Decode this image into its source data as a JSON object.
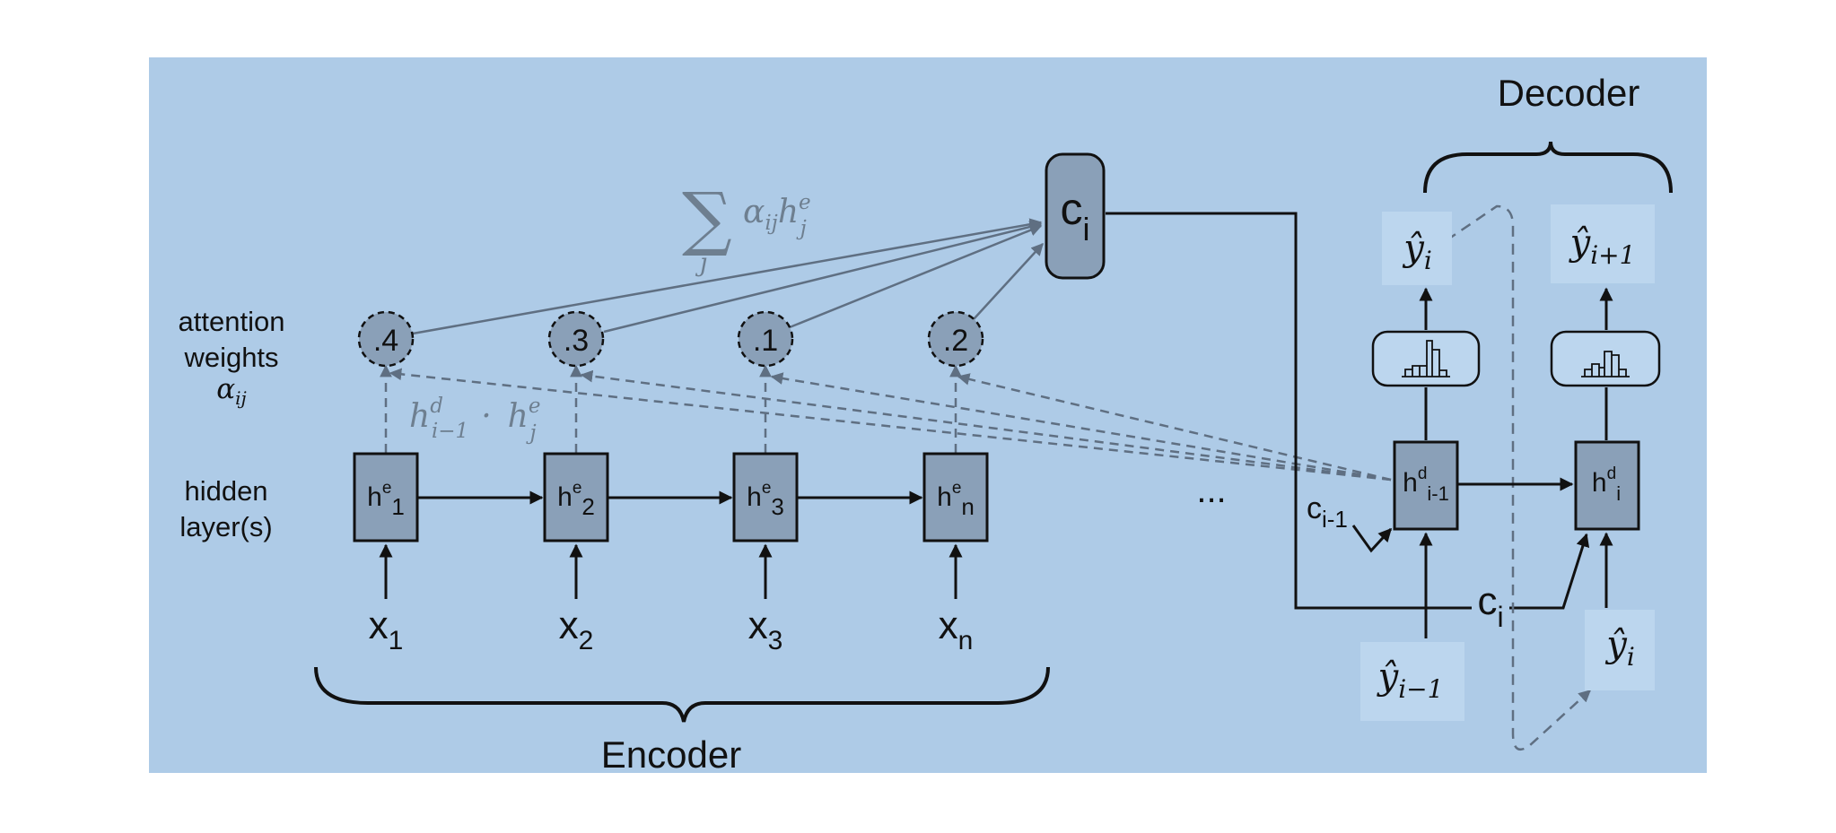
{
  "colors": {
    "panel": "#aecbe7",
    "cell": "#8aa0b8",
    "gray": "#5f6f82",
    "line": "#111111"
  },
  "labels": {
    "decoder": "Decoder",
    "encoder": "Encoder",
    "attention_line1": "attention",
    "attention_line2": "weights",
    "alpha": "α",
    "alpha_sub": "ij",
    "hidden_line1": "hidden",
    "hidden_line2": "layer(s)",
    "ellipsis": "...",
    "sum_symbol": "∑",
    "sum_index": "j",
    "sum_term": "α",
    "sum_term_sub": "ij",
    "sum_h": "h",
    "sum_h_sup": "e",
    "sum_h_sub": "j",
    "dot_h1": "h",
    "dot_h1_sup": "d",
    "dot_h1_sub": "i−1",
    "dot_op": "·",
    "dot_h2": "h",
    "dot_h2_sup": "e",
    "dot_h2_sub": "j"
  },
  "context": {
    "main": "c",
    "main_sub": "i",
    "bottom": "c",
    "bottom_sub": "i",
    "prev": "c",
    "prev_sub": "i-1"
  },
  "weights": [
    ".4",
    ".3",
    ".1",
    ".2"
  ],
  "encoder_cells": [
    {
      "base": "h",
      "sup": "e",
      "sub": "1"
    },
    {
      "base": "h",
      "sup": "e",
      "sub": "2"
    },
    {
      "base": "h",
      "sup": "e",
      "sub": "3"
    },
    {
      "base": "h",
      "sup": "e",
      "sub": "n"
    }
  ],
  "inputs": [
    {
      "base": "x",
      "sub": "1"
    },
    {
      "base": "x",
      "sub": "2"
    },
    {
      "base": "x",
      "sub": "3"
    },
    {
      "base": "x",
      "sub": "n"
    }
  ],
  "decoder_cells": [
    {
      "base": "h",
      "sup": "d",
      "sub": "i-1"
    },
    {
      "base": "h",
      "sup": "d",
      "sub": "i"
    }
  ],
  "outputs": {
    "y_i_top": {
      "base": "ŷ",
      "sub": "i"
    },
    "y_i1_top": {
      "base": "ŷ",
      "sub": "i+1"
    },
    "y_im1_bottom": {
      "base": "ŷ",
      "sub": "i−1"
    },
    "y_i_bottom": {
      "base": "ŷ",
      "sub": "i"
    }
  }
}
